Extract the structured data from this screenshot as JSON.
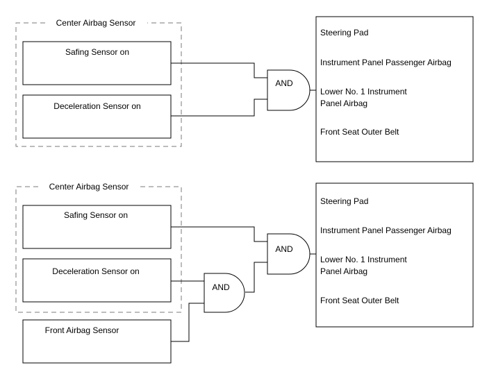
{
  "diagrams": [
    {
      "group_label": "Center Airbag Sensor",
      "safing_sensor": "Safing Sensor on",
      "deceleration_sensor": "Deceleration Sensor on",
      "gate_label": "AND",
      "outputs": [
        "Steering Pad",
        "Instrument Panel Passenger Airbag",
        "Lower No. 1 Instrument",
        "Panel Airbag",
        "Front Seat Outer Belt"
      ]
    },
    {
      "group_label": "Center Airbag Sensor",
      "safing_sensor": "Safing Sensor on",
      "deceleration_sensor": "Deceleration Sensor on",
      "front_sensor": "Front Airbag Sensor",
      "inner_gate_label": "AND",
      "outer_gate_label": "AND",
      "outputs": [
        "Steering Pad",
        "Instrument Panel Passenger Airbag",
        "Lower No. 1 Instrument",
        "Panel Airbag",
        "Front Seat Outer Belt"
      ]
    }
  ],
  "colors": {
    "line": "#000000",
    "dash": "#7a7a7a",
    "background": "#ffffff"
  }
}
